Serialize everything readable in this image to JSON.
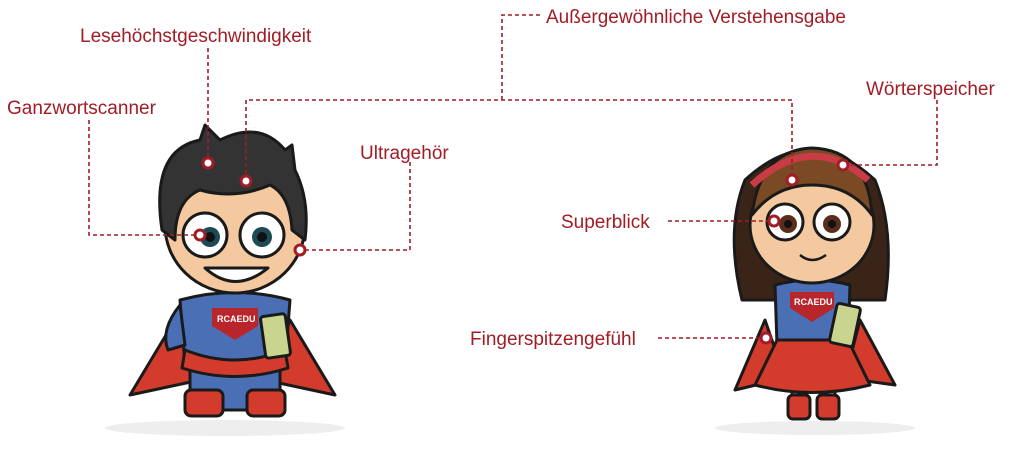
{
  "labels": {
    "reading_speed": "Lesehöchstgeschwindigkeit",
    "whole_word_scanner": "Ganzwortscanner",
    "ultra_hearing": "Ultragehör",
    "comprehension": "Außergewöhnliche Verstehensgabe",
    "word_memory": "Wörterspeicher",
    "super_sight": "Superblick",
    "fingertip_feel": "Fingerspitzengefühl"
  },
  "characters": {
    "boy": {
      "badge": "RCAEDU"
    },
    "girl": {
      "badge": "RCAEDU"
    }
  },
  "colors": {
    "accent": "#a21c26",
    "cape": "#d33b2c",
    "suit": "#4a6fb5",
    "skin": "#f5c9a0"
  }
}
